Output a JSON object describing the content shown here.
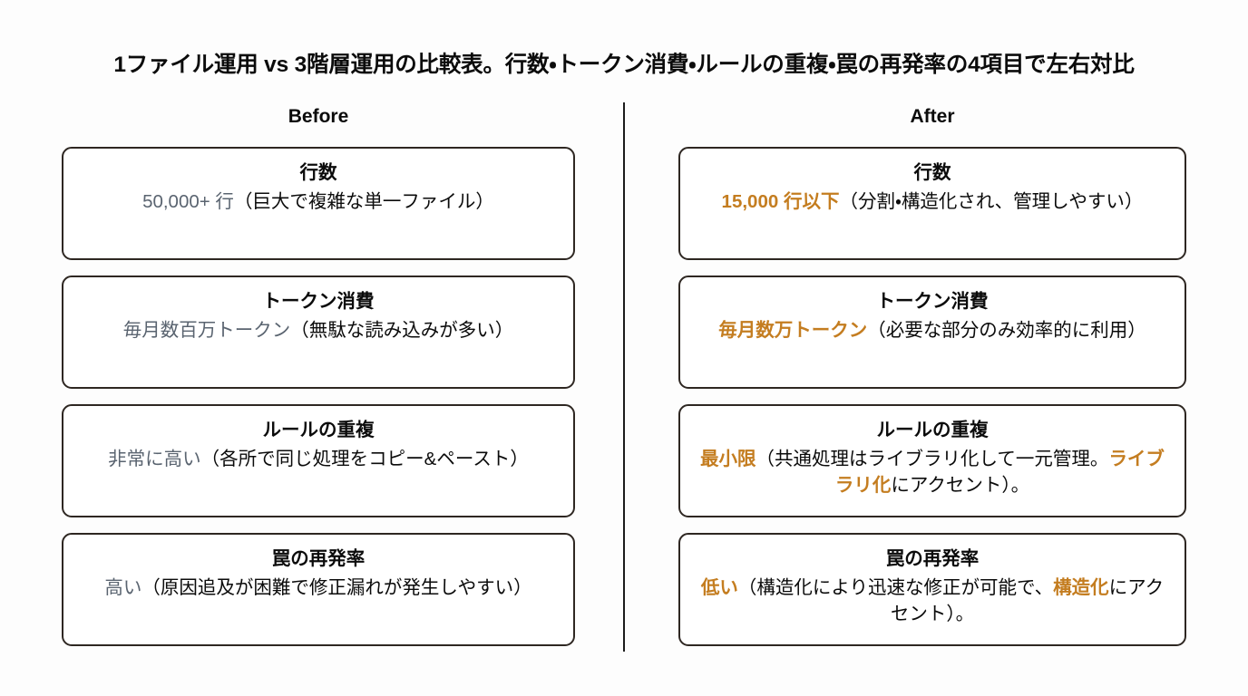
{
  "page": {
    "title": "1ファイル運用 vs 3階層運用の比較表。行数・トークン消費・ルールの重複・罠の再発率の4項目で左右対比",
    "background_color": "#fdfdfd",
    "accent_color": "#c47d20",
    "muted_color": "#5a6470",
    "border_color": "#2e2722"
  },
  "columns": {
    "before": {
      "header": "Before",
      "cards": [
        {
          "title": "行数",
          "value": "50,000+ 行",
          "desc": "（巨大で複雑な単一ファイル）"
        },
        {
          "title": "トークン消費",
          "value": "毎月数百万トークン",
          "desc": "（無駄な読み込みが多い）"
        },
        {
          "title": "ルールの重複",
          "value": "非常に高い",
          "desc": "（各所で同じ処理をコピー&ペースト）"
        },
        {
          "title": "罠の再発率",
          "value": "高い",
          "desc": "（原因追及が困難で修正漏れが発生しやすい）"
        }
      ]
    },
    "after": {
      "header": "After",
      "cards": [
        {
          "title": "行数",
          "value": "15,000 行以下",
          "desc": "（分割・構造化され、管理しやすい）",
          "accent": "",
          "desc_tail": ""
        },
        {
          "title": "トークン消費",
          "value": "毎月数万トークン",
          "desc": "（必要な部分のみ効率的に利用）",
          "accent": "",
          "desc_tail": ""
        },
        {
          "title": "ルールの重複",
          "value": "最小限",
          "desc": "（共通処理はライブラリ化して一元管理。",
          "accent": "ライブラリ化",
          "desc_tail": "にアクセント）。"
        },
        {
          "title": "罠の再発率",
          "value": "低い",
          "desc": "（構造化により迅速な修正が可能で、",
          "accent": "構造化",
          "desc_tail": "にアクセント）。"
        }
      ]
    }
  }
}
